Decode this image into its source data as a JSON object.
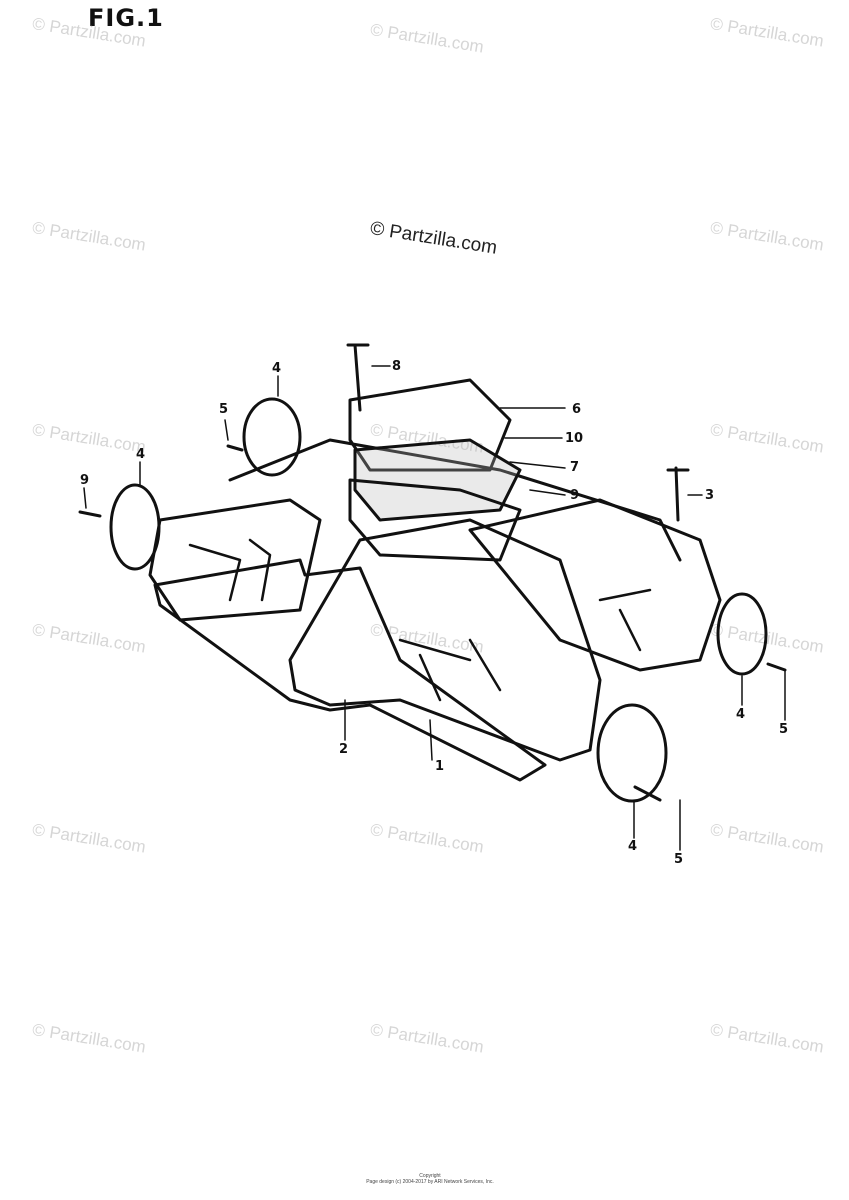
{
  "figure": {
    "title": "FIG.1"
  },
  "watermark": {
    "text": "© Partzilla.com",
    "center_text": "© Partzilla.com"
  },
  "callouts": [
    {
      "id": "c8",
      "label": "8"
    },
    {
      "id": "c6",
      "label": "6"
    },
    {
      "id": "c10",
      "label": "10"
    },
    {
      "id": "c7",
      "label": "7"
    },
    {
      "id": "c9r",
      "label": "9"
    },
    {
      "id": "c3",
      "label": "3"
    },
    {
      "id": "c4a",
      "label": "4"
    },
    {
      "id": "c5a",
      "label": "5"
    },
    {
      "id": "c4b",
      "label": "4"
    },
    {
      "id": "c9l",
      "label": "9"
    },
    {
      "id": "c2",
      "label": "2"
    },
    {
      "id": "c1",
      "label": "1"
    },
    {
      "id": "c4c",
      "label": "4"
    },
    {
      "id": "c5b",
      "label": "5"
    },
    {
      "id": "c4d",
      "label": "4"
    },
    {
      "id": "c5c",
      "label": "5"
    }
  ],
  "footer": {
    "line1": "Copyright",
    "line2": "Page design (c) 2004-2017 by ARI Network Services, Inc."
  },
  "colors": {
    "ink": "#111111",
    "watermark": "#d6d6d6"
  }
}
